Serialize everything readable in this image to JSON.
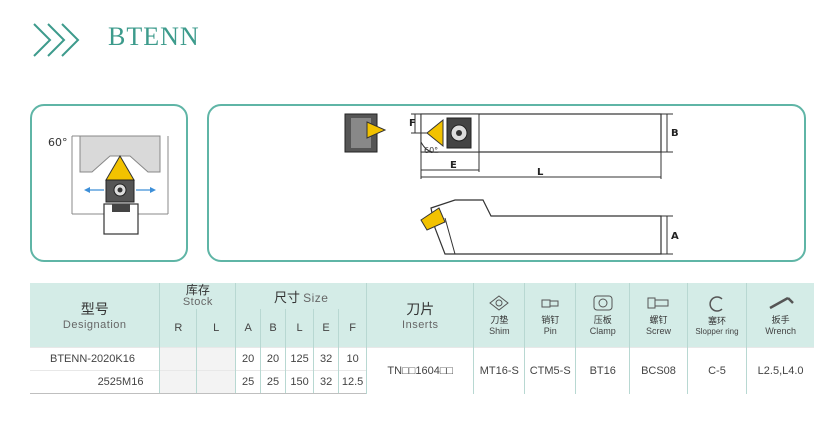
{
  "header": {
    "title": "BTENN"
  },
  "diagram": {
    "angle_left": "60°",
    "angle_right": "60°",
    "dims": {
      "f": "F",
      "b": "B",
      "e": "E",
      "l": "L",
      "a": "A"
    }
  },
  "table": {
    "designation_cn": "型号",
    "designation_en": "Designation",
    "stock_cn": "库存",
    "stock_en": "Stock",
    "stock_r": "R",
    "stock_l": "L",
    "size_cn": "尺寸",
    "size_en": "Size",
    "size_cols": [
      "A",
      "B",
      "L",
      "E",
      "F"
    ],
    "inserts_cn": "刀片",
    "inserts_en": "Inserts",
    "shim_cn": "刀垫",
    "shim_en": "Shim",
    "pin_cn": "销钉",
    "pin_en": "Pin",
    "clamp_cn": "压板",
    "clamp_en": "Clamp",
    "screw_cn": "螺钉",
    "screw_en": "Screw",
    "ring_cn": "塞环",
    "ring_en": "Slopper ring",
    "wrench_cn": "扳手",
    "wrench_en": "Wrench",
    "rows": [
      {
        "designation": "BTENN-2020K16",
        "A": "20",
        "B": "20",
        "L": "125",
        "E": "32",
        "F": "10"
      },
      {
        "designation": "2525M16",
        "A": "25",
        "B": "25",
        "L": "150",
        "E": "32",
        "F": "12.5"
      }
    ],
    "insert": "TN□□1604□□",
    "shim": "MT16-S",
    "pin": "CTM5-S",
    "clamp": "BT16",
    "screw": "BCS08",
    "ring": "C-5",
    "wrench": "L2.5,L4.0"
  }
}
